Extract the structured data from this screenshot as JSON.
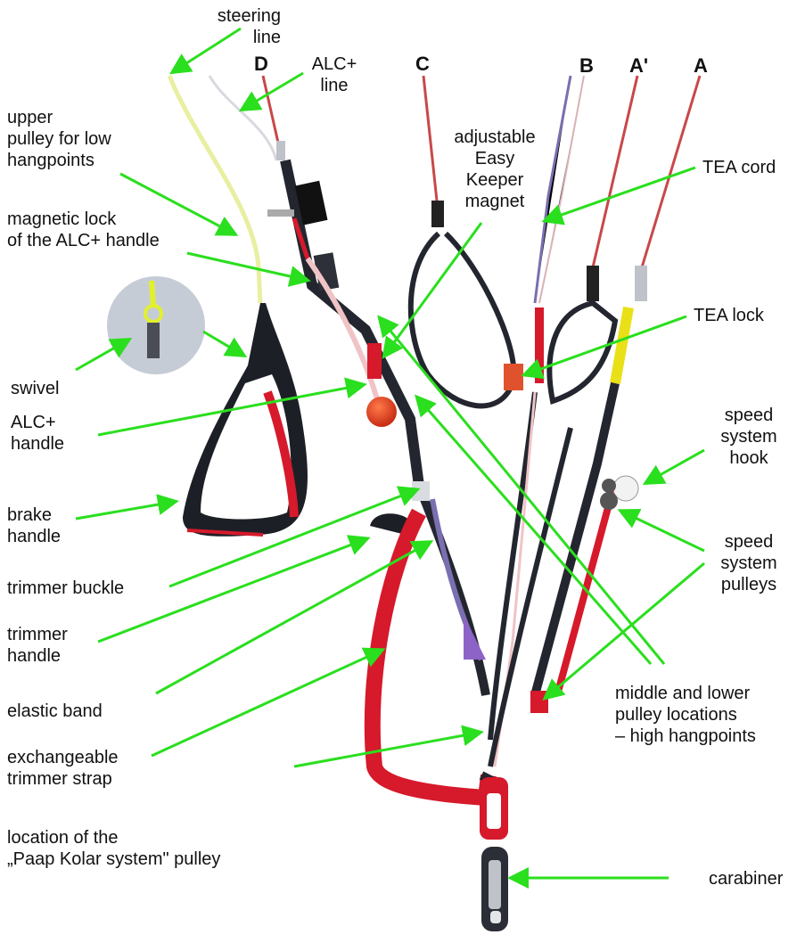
{
  "risers": {
    "d": "D",
    "c": "C",
    "b": "B",
    "a_prime": "A'",
    "a": "A"
  },
  "labels": {
    "steering_line": "steering\nline",
    "alc_line": "ALC+\nline",
    "upper_pulley": "upper\npulley for low\nhangpoints",
    "magnetic_lock": "magnetic lock\nof the ALC+ handle",
    "swivel": "swivel",
    "alc_handle": "ALC+\nhandle",
    "brake_handle": "brake\nhandle",
    "trimmer_buckle": "trimmer buckle",
    "trimmer_handle": "trimmer\nhandle",
    "elastic_band": "elastic band",
    "exchangeable_strap": "exchangeable\ntrimmer strap",
    "paap_kolar": "location of the\n„Paap Kolar system\" pulley",
    "easy_keeper": "adjustable\nEasy\nKeeper\nmagnet",
    "tea_cord": "TEA cord",
    "tea_lock": "TEA lock",
    "speed_hook": "speed\nsystem\nhook",
    "speed_pulleys": "speed\nsystem\npulleys",
    "middle_lower": "middle and lower\npulley locations\n– high hangpoints",
    "carabiner": "carabiner"
  },
  "colors": {
    "arrow": "#2adf1e",
    "strap_black": "#23262e",
    "strap_red": "#d6192b",
    "line_red": "#c8484a",
    "line_yellow": "#e8efa0",
    "line_purple": "#7a6fb0"
  }
}
